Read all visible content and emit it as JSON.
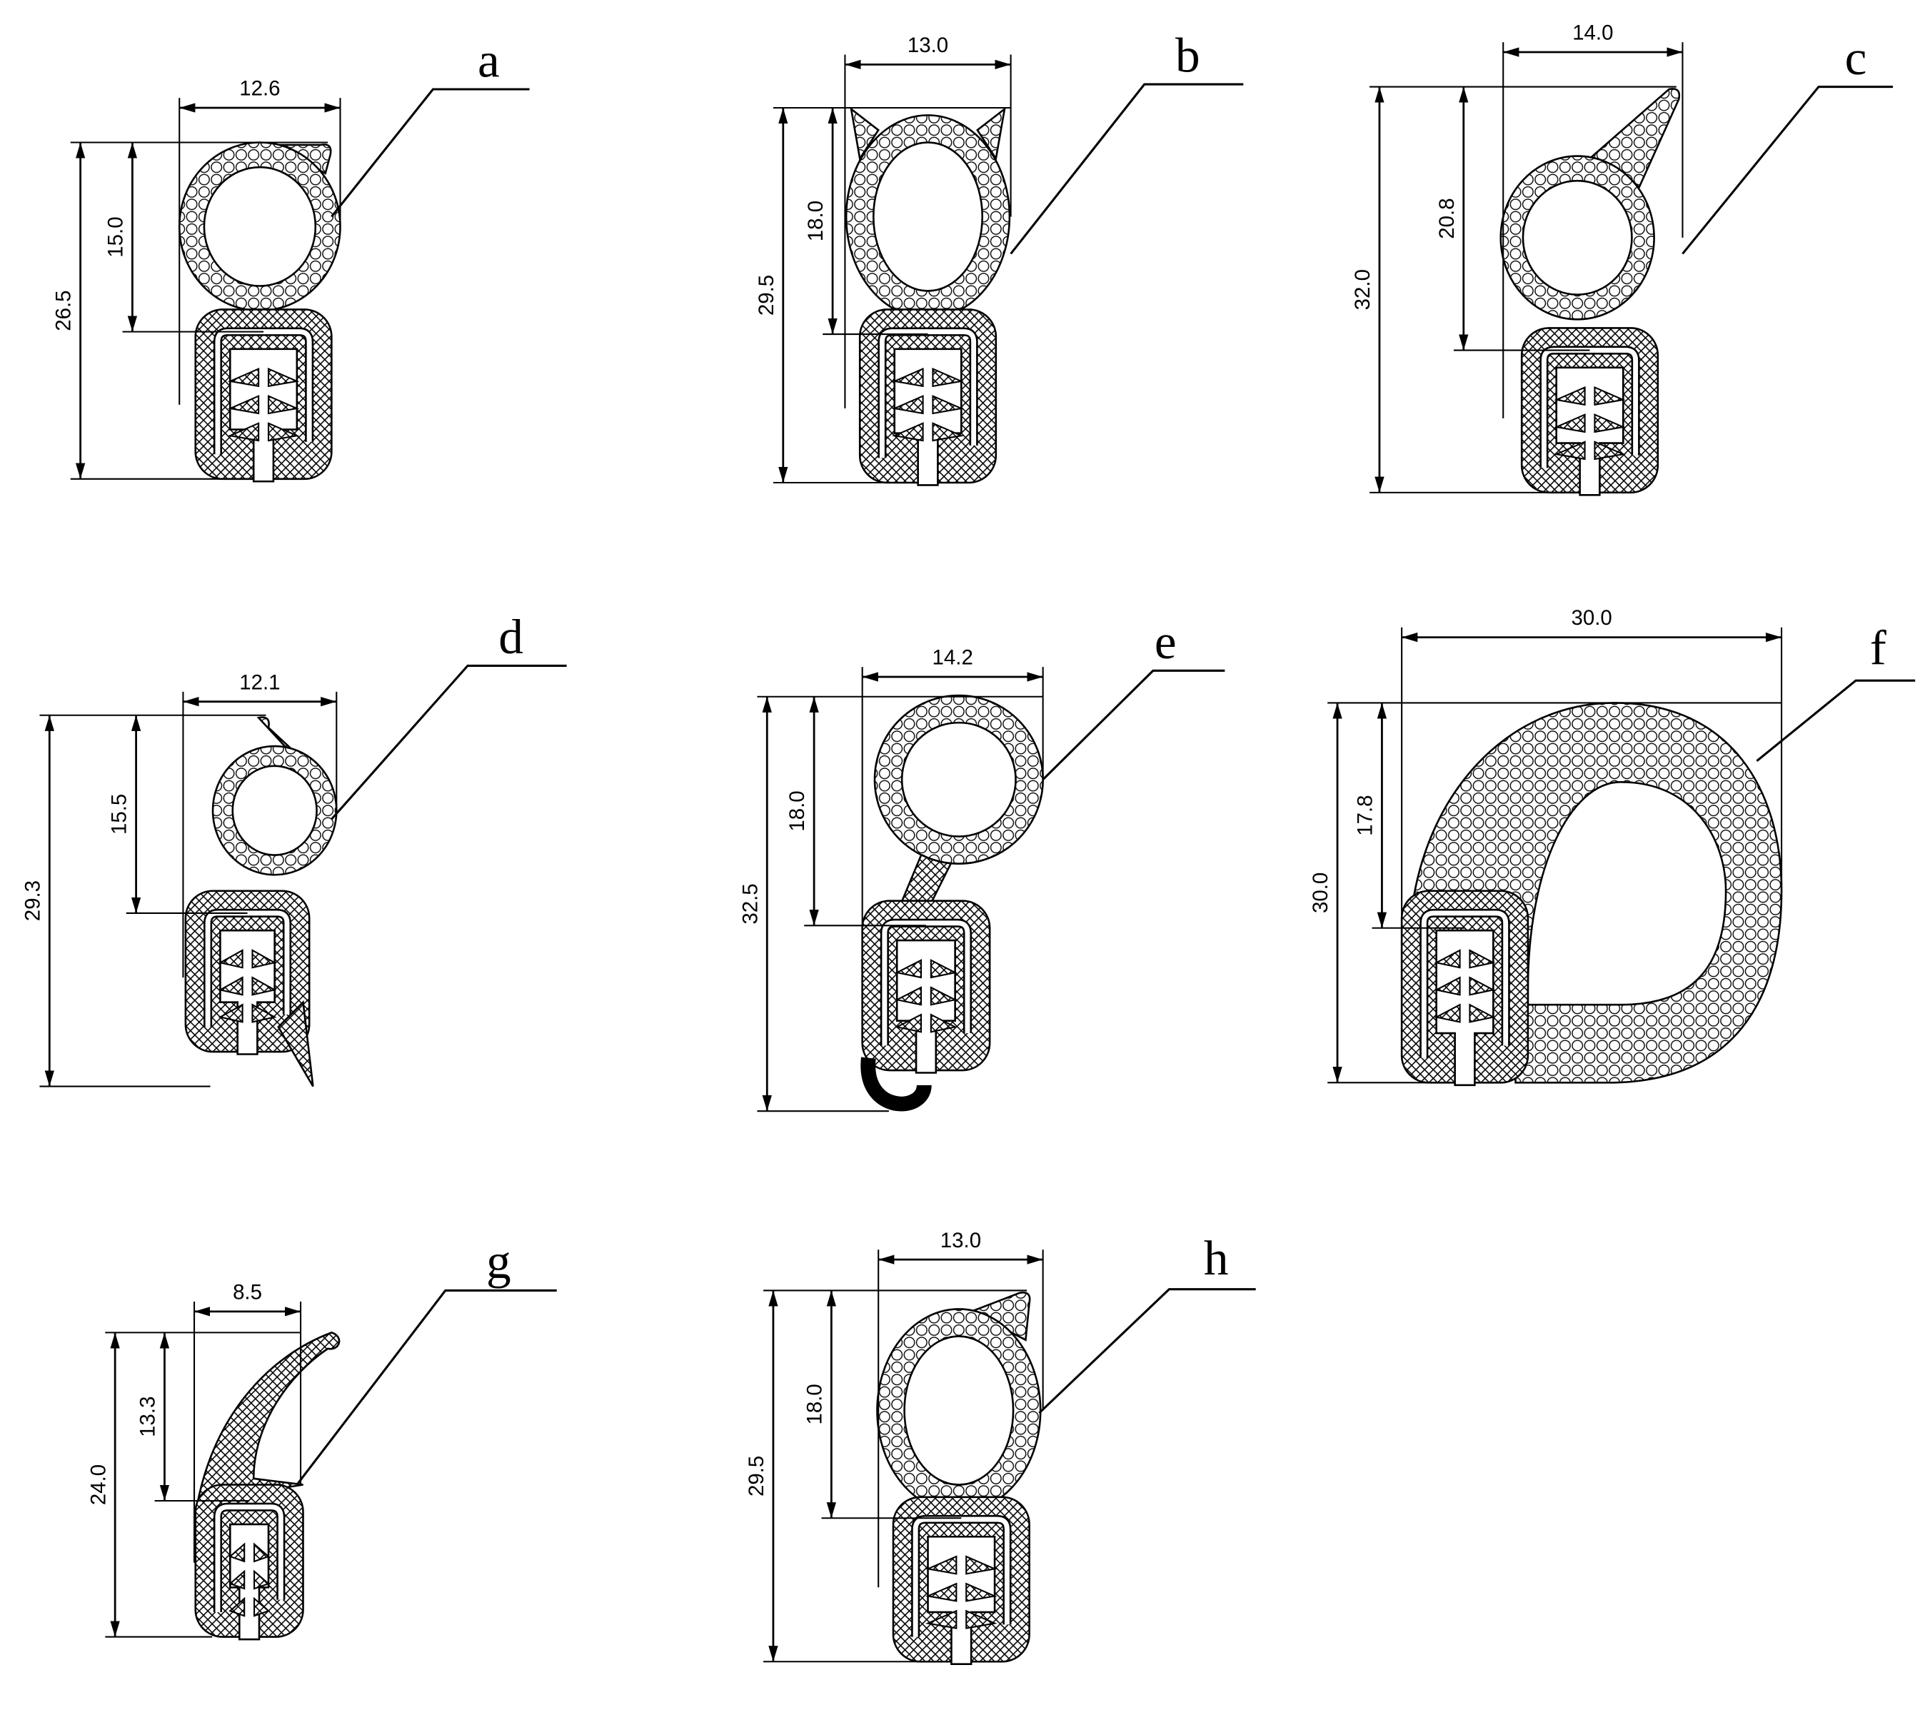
{
  "colors": {
    "line": "#000000",
    "background": "#ffffff"
  },
  "profiles": [
    {
      "label": "a",
      "width": "12.6",
      "height": "26.5",
      "bulb_height": "15.0"
    },
    {
      "label": "b",
      "width": "13.0",
      "height": "29.5",
      "bulb_height": "18.0"
    },
    {
      "label": "c",
      "width": "14.0",
      "height": "32.0",
      "bulb_height": "20.8"
    },
    {
      "label": "d",
      "width": "12.1",
      "height": "29.3",
      "bulb_height": "15.5"
    },
    {
      "label": "e",
      "width": "14.2",
      "height": "32.5",
      "bulb_height": "18.0"
    },
    {
      "label": "f",
      "width": "30.0",
      "height": "30.0",
      "bulb_height": "17.8"
    },
    {
      "label": "g",
      "width": "8.5",
      "height": "24.0",
      "bulb_height": "13.3"
    },
    {
      "label": "h",
      "width": "13.0",
      "height": "29.5",
      "bulb_height": "18.0"
    }
  ]
}
